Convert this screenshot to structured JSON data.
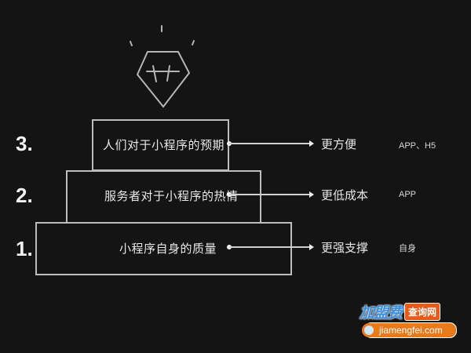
{
  "diagram": {
    "type": "pyramid",
    "icon": "diamond-icon",
    "levels": [
      {
        "number": "3.",
        "label": "人们对于小程序的预期",
        "outcome": "更方便",
        "platform": "APP、H5"
      },
      {
        "number": "2.",
        "label": "服务者对于小程序的热情",
        "outcome": "更低成本",
        "platform": "APP"
      },
      {
        "number": "1.",
        "label": "小程序自身的质量",
        "outcome": "更强支撑",
        "platform": "自身"
      }
    ],
    "colors": {
      "background": "#141414",
      "lines": "#bdbdbd",
      "text": "#e8e8e8"
    }
  },
  "watermark": {
    "brand": "加盟费",
    "tag": "查询网",
    "url": "jiamengfei.com"
  }
}
